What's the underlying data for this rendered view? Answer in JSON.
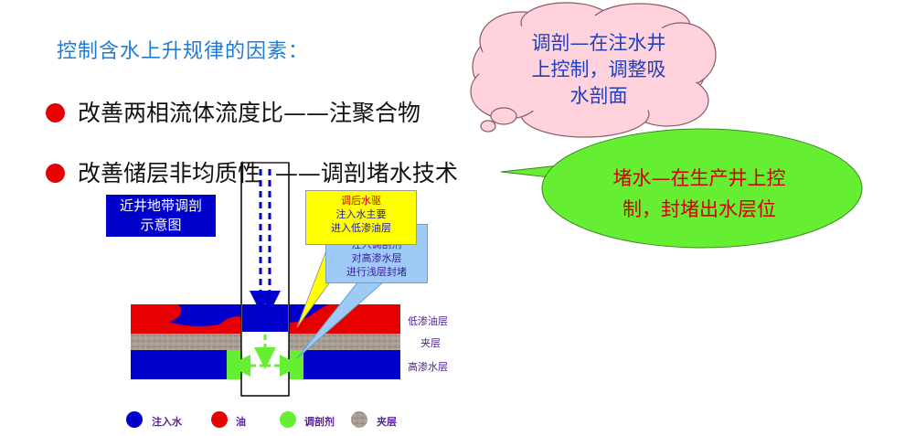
{
  "title": "控制含水上升规律的因素：",
  "bullets": [
    "改善两相流体流度比——注聚合物",
    "改善储层非均质性  ——调剖堵水技术"
  ],
  "cloud_text": [
    "调剖—在注水井",
    "上控制，调整吸",
    "水剖面"
  ],
  "ellipse_text": [
    "堵水—在生产井上控",
    "制，封堵出水层位"
  ],
  "diagram_label": [
    "近井地带调剖",
    "示意图"
  ],
  "yellow_callout": [
    "调后水驱",
    "注入水主要",
    "进入低渗油层"
  ],
  "blue_callout": [
    "注入调剖剂",
    "对高渗水层",
    "进行浅层封堵"
  ],
  "layers": [
    "低渗油层",
    "夹层",
    "高渗水层"
  ],
  "legend": [
    "注入水",
    "油",
    "调剖剂",
    "夹层"
  ],
  "colors": {
    "title": "#1f7bd6",
    "oil": "#e60000",
    "water": "#0000cc",
    "agent": "#66ee33",
    "interlayer": "#a99e94",
    "cloud_fill": "#ffd2dc",
    "ellipse_fill": "#66ee33"
  }
}
